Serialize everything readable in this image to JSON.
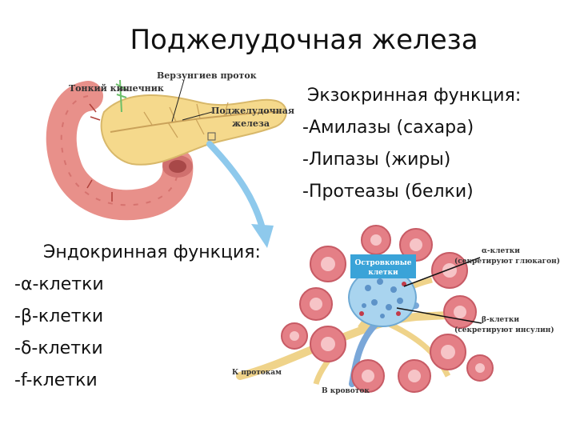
{
  "title": "Поджелудочная железа",
  "exocrine": {
    "heading": "Экзокринная функция:",
    "items": [
      "-Амилазы (сахара)",
      "-Липазы (жиры)",
      "-Протеазы (белки)"
    ]
  },
  "endocrine": {
    "heading": "Эндокринная функция:",
    "items": [
      "-α-клетки",
      "-β-клетки",
      "-δ-клетки",
      "-f-клетки"
    ]
  },
  "top_figure": {
    "labels": {
      "duct": "Верзунгиев проток",
      "small_intestine": "Тонкий кишечник",
      "gland_line1": "Поджелудочная",
      "gland_line2": "железа"
    }
  },
  "bottom_figure": {
    "labels": {
      "islet_line1": "Островковые",
      "islet_line2": "клетки",
      "alpha_line1": "α-клетки",
      "alpha_line2": "(секретируют глюкагон)",
      "beta_line1": "β-клетки",
      "beta_line2": "(секретируют инсулин)",
      "to_ducts": "К протокам",
      "to_blood": "В кровоток"
    }
  },
  "colors": {
    "pancreas": "#f5d98c",
    "intestine": "#e8908a",
    "arrow": "#8ec9ec",
    "islet": "#a9d4ef",
    "islet_label_bg": "#3aa3d8",
    "acinus": "#e47f86",
    "duct": "#efd38a",
    "vessel": "#7aa7d8"
  }
}
